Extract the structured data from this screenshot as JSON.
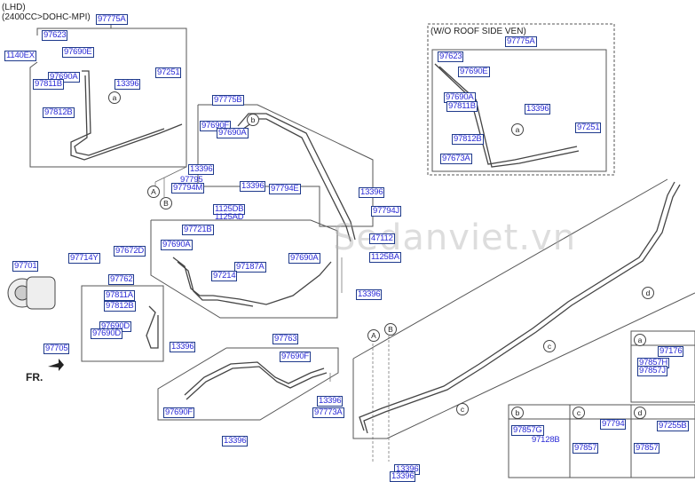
{
  "notes": {
    "lhd": "(LHD)",
    "engine": "(2400CC>DOHC-MPI)",
    "variant": "(W/O ROOF SIDE VEN)",
    "front": "FR."
  },
  "watermark": {
    "left": "Sedan",
    "right": "viet.vn"
  },
  "colors": {
    "label_text": "#2a2ad6",
    "label_border": "#1f3a8c",
    "line": "#555555"
  },
  "labels": {
    "l97775A": "97775A",
    "l97623": "97623",
    "l1140EX": "1140EX",
    "l97690E": "97690E",
    "l97690A_1": "97690A",
    "l97811B": "97811B",
    "l97812B": "97812B",
    "l13396_1": "13396",
    "l97251": "97251",
    "l97775B": "97775B",
    "l97690F_1": "97690F",
    "l97690A_2": "97690A",
    "l13396_2": "13396",
    "l97795": "97795",
    "l97794M": "97794M",
    "l13396_3": "13396",
    "l97794E": "97794E",
    "l1125DB": "1125DB",
    "l1125AD": "1125AD",
    "l13396_4": "13396",
    "l97794J": "97794J",
    "l47112": "47112",
    "l1125BA": "1125BA",
    "l97721B": "97721B",
    "l97672D": "97672D",
    "l97690A_3": "97690A",
    "l97187A": "97187A",
    "l97214": "97214",
    "l97690A_4": "97690A",
    "l13396_5": "13396",
    "l97701": "97701",
    "l97714Y": "97714Y",
    "l97762": "97762",
    "l97811A": "97811A",
    "l97812B_2": "97812B",
    "l97690D_1": "97690D",
    "l97690D_2": "97690D",
    "l13396_6": "13396",
    "l97705": "97705",
    "l97763": "97763",
    "l97690F_2": "97690F",
    "l97690F_3": "97690F",
    "l13396_7": "13396",
    "l13396_8": "13396",
    "l97773A": "97773A",
    "l13396_9": "13396",
    "l13396_10": "13396",
    "r97775A": "97775A",
    "r97623": "97623",
    "r97690E": "97690E",
    "r97690A": "97690A",
    "r97811B": "97811B",
    "r13396": "13396",
    "r97251": "97251",
    "r97812B": "97812B",
    "r97673A": "97673A",
    "a97176": "97176",
    "a97857H": "97857H",
    "a97857J": "97857J",
    "b97857G": "97857G",
    "b97128B": "97128B",
    "c97794": "97794",
    "c97857": "97857",
    "d97255B": "97255B",
    "d97857": "97857"
  },
  "callouts": {
    "a": "a",
    "b": "b",
    "c": "c",
    "d": "d",
    "A": "A",
    "B": "B"
  }
}
